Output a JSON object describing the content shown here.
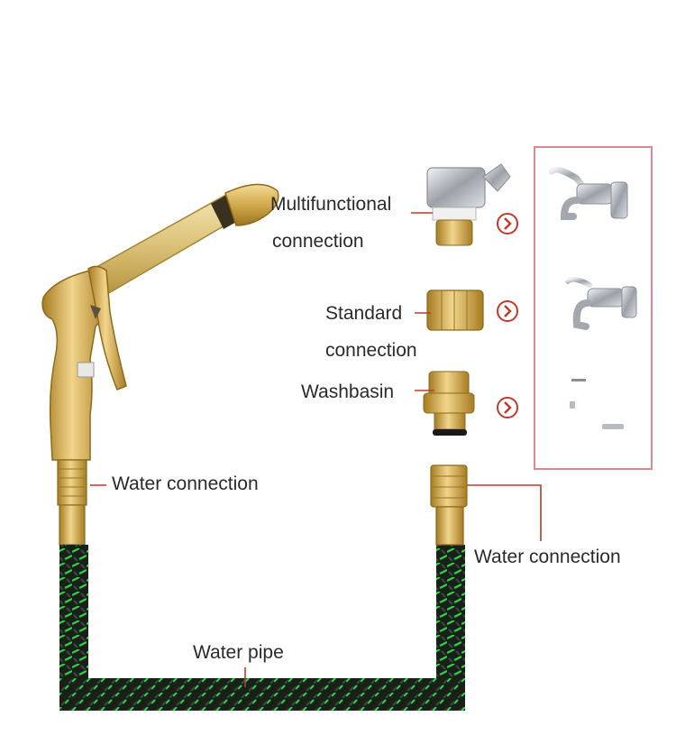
{
  "labels": {
    "multifunctional_line1": "Multifunctional",
    "multifunctional_line2": "connection",
    "standard_line1": "Standard",
    "standard_line2": "connection",
    "washbasin": "Washbasin",
    "water_connection_left": "Water connection",
    "water_connection_right": "Water connection",
    "water_pipe": "Water pipe"
  },
  "colors": {
    "brass": "#d9b45a",
    "brass_dark": "#a07a22",
    "pointer_red": "#c0392b",
    "hose_black": "#1b1f1a",
    "hose_green": "#2fd14a",
    "panel_border": "#d88a92",
    "chrome": "#b8bcc2"
  },
  "icons": [
    "spray-gun-icon",
    "arrow-right-circle-icon",
    "faucet-icon",
    "brass-connector-icon"
  ]
}
